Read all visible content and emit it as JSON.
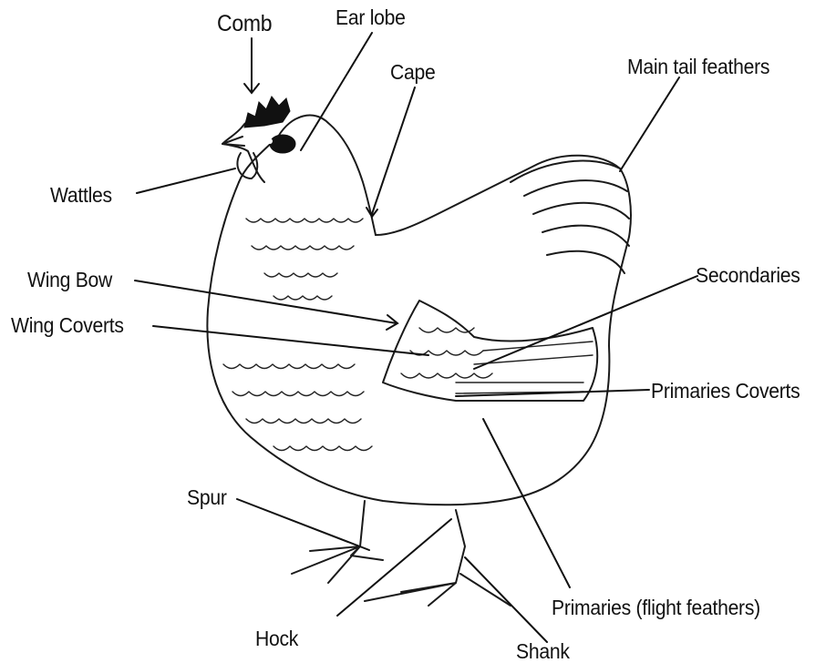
{
  "diagram": {
    "labels": {
      "comb": "Comb",
      "ear_lobe": "Ear lobe",
      "cape": "Cape",
      "main_tail_feathers": "Main tail feathers",
      "wattles": "Wattles",
      "wing_bow": "Wing Bow",
      "wing_coverts": "Wing Coverts",
      "secondaries": "Secondaries",
      "primaries_coverts": "Primaries Coverts",
      "spur": "Spur",
      "hock": "Hock",
      "shank": "Shank",
      "primaries": "Primaries (flight feathers)"
    }
  }
}
